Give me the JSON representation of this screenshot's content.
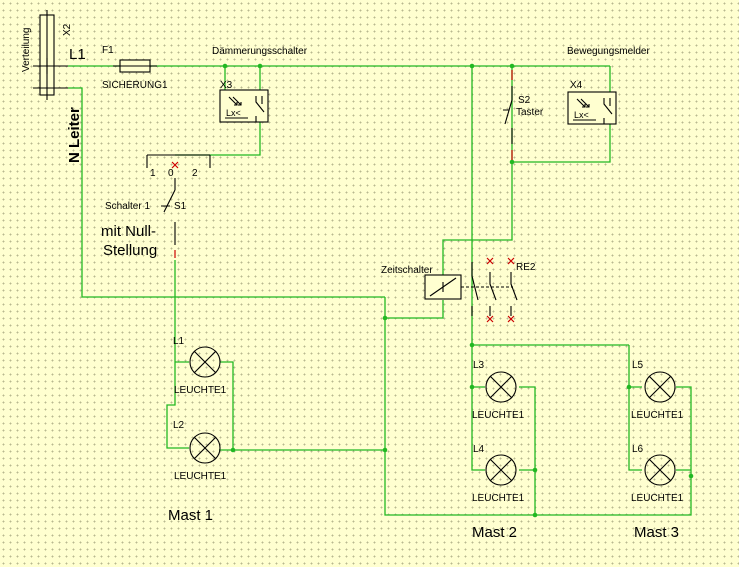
{
  "labels": {
    "verteilung": "Verteilung",
    "x2": "X2",
    "l1": "L1",
    "f1": "F1",
    "sicherung": "SICHERUNG1",
    "n_leiter": "N Leiter",
    "daemmerungsschalter": "Dämmerungsschalter",
    "bewegungsmelder": "Bewegungsmelder",
    "x3": "X3",
    "x4": "X4",
    "lx1": "Lx<",
    "lx2": "Lx<",
    "s2": "S2",
    "taster": "Taster",
    "pos1": "1",
    "pos0": "0",
    "pos2": "2",
    "schalter1": "Schalter 1",
    "s1": "S1",
    "mit_null": "mit Null-",
    "stellung": "Stellung",
    "zeitschalter": "Zeitschalter",
    "re2": "RE2",
    "l1_lamp": "L1",
    "l2_lamp": "L2",
    "l3_lamp": "L3",
    "l4_lamp": "L4",
    "l5_lamp": "L5",
    "l6_lamp": "L6",
    "leuchte_1": "LEUCHTE1",
    "leuchte_2": "LEUCHTE1",
    "leuchte_3": "LEUCHTE1",
    "leuchte_4": "LEUCHTE1",
    "leuchte_5": "LEUCHTE1",
    "leuchte_6": "LEUCHTE1",
    "mast1": "Mast 1",
    "mast2": "Mast 2",
    "mast3": "Mast 3"
  },
  "colors": {
    "background": "#ffffd0",
    "wire": "#22b822",
    "symbol": "#000000",
    "terminal": "#cc0000"
  }
}
